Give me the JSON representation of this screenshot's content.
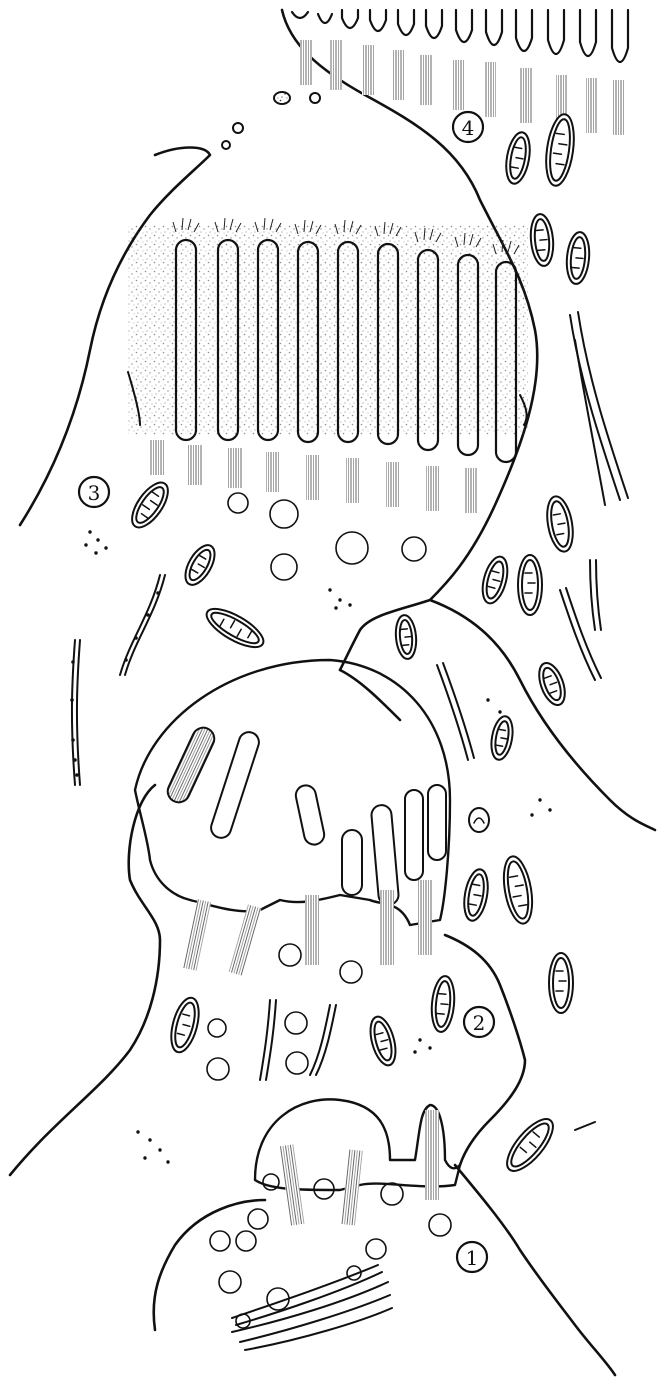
{
  "figure": {
    "stage_labels": [
      {
        "text": "1"
      },
      {
        "text": "2"
      },
      {
        "text": "3"
      },
      {
        "text": "4"
      }
    ]
  }
}
